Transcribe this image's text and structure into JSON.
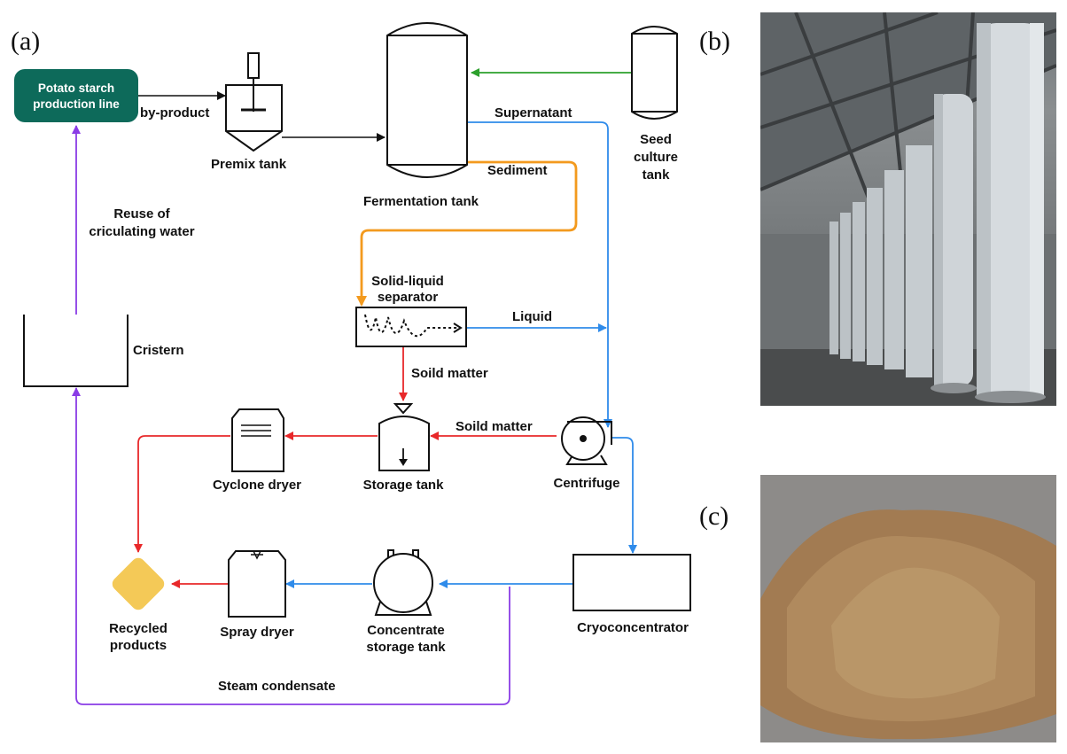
{
  "panels": {
    "a": "(a)",
    "b": "(b)",
    "c": "(c)"
  },
  "colors": {
    "black_flow": "#111111",
    "green_flow": "#2ca02c",
    "blue_flow": "#2f8bea",
    "orange_flow": "#f39a1e",
    "red_flow": "#e8282a",
    "purple_flow": "#8a3ce6",
    "production_line_box": "#0d6a5a",
    "recycled_products": "#f4c957"
  },
  "nodes": {
    "production_line": [
      "Potato starch",
      "production line"
    ],
    "premix_tank": "Premix tank",
    "fermentation_tank": "Fermentation tank",
    "seed_culture_tank": [
      "Seed",
      "culture",
      "tank"
    ],
    "solid_liquid_separator": [
      "Solid-liquid",
      "separator"
    ],
    "cistern": "Cristern",
    "storage_tank": "Storage tank",
    "cyclone_dryer": "Cyclone dryer",
    "centrifuge": "Centrifuge",
    "cryoconcentrator": "Cryoconcentrator",
    "concentrate_storage_tank": [
      "Concentrate",
      "storage tank"
    ],
    "spray_dryer": "Spray dryer",
    "recycled_products": [
      "Recycled",
      "products"
    ]
  },
  "flows": {
    "by_product": "by-product",
    "supernatant": "Supernatant",
    "sediment": "Sediment",
    "liquid": "Liquid",
    "solid_matter_1": "Soild matter",
    "solid_matter_2": "Soild matter",
    "reuse_water": [
      "Reuse of",
      "criculating water"
    ],
    "steam_condensate": "Steam condensate"
  },
  "photos": {
    "b": "fermentation-tanks-photo",
    "c": "powder-product-photo"
  }
}
